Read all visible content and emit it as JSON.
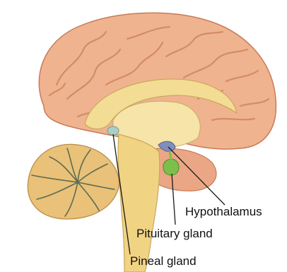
{
  "labels": {
    "hypothalamus": "Hypothalamus",
    "pituitary": "Pituitary gland",
    "pineal": "Pineal gland"
  },
  "colors": {
    "cerebrum": "#f0b38f",
    "cerebrum_outline": "#c97a55",
    "gyri_line": "#d28c66",
    "corpus_callosum": "#f3dc93",
    "brainstem": "#f1d384",
    "cerebellum": "#e9c178",
    "cerebellum_lines": "#5d6b52",
    "temporal_lobe": "#eba785",
    "hypothalamus": "#7f8ebc",
    "pituitary": "#7cbf4a",
    "pineal": "#a8d0c8",
    "label_line": "#1a1a1a"
  }
}
